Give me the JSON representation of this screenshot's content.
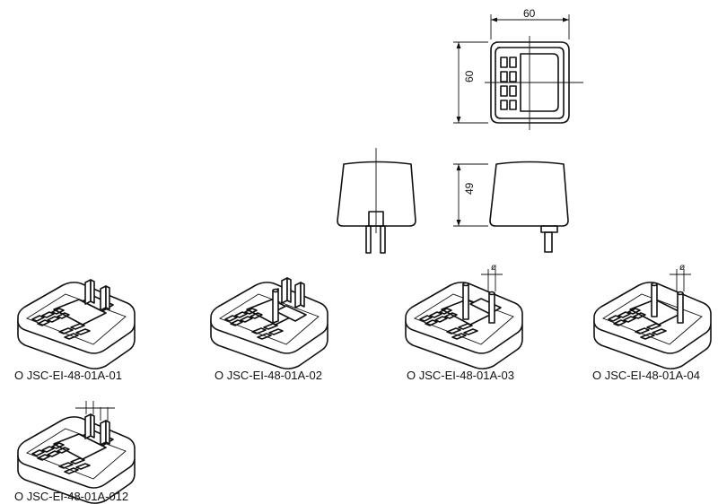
{
  "dimensions": {
    "width": "60",
    "height": "60",
    "depth": "49"
  },
  "diameter_symbol": "ø",
  "variants": [
    {
      "label": "O JSC-EI-48-01A-01"
    },
    {
      "label": "O JSC-EI-48-01A-02"
    },
    {
      "label": "O JSC-EI-48-01A-03"
    },
    {
      "label": "O JSC-EI-48-01A-04"
    },
    {
      "label": "O JSC-EI-48-01A-012"
    }
  ],
  "colors": {
    "line": "#111111",
    "background": "#ffffff"
  }
}
